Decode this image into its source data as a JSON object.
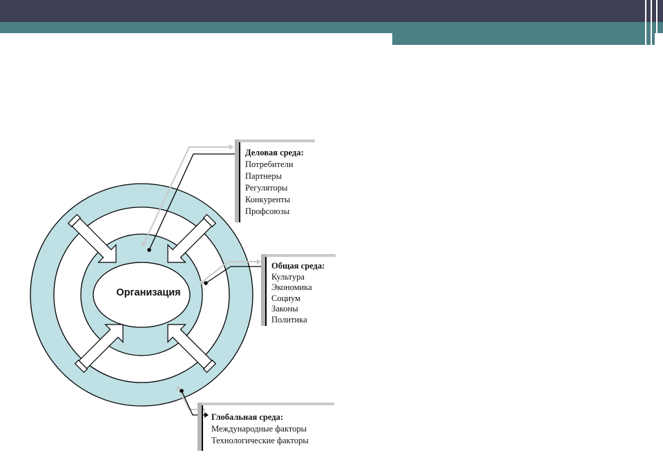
{
  "slide": {
    "header_color": "#3f3f55",
    "accent_color": "#4a8086"
  },
  "diagram": {
    "center_label": "Организация",
    "ring_fill": "#bfe0e4",
    "business_env": {
      "title": "Деловая среда:",
      "items": [
        "Потребители",
        "Партнеры",
        "Регуляторы",
        "Конкуренты",
        "Профсоюзы"
      ]
    },
    "general_env": {
      "title": "Общая среда:",
      "items": [
        "Культура",
        "Экономика",
        "Социум",
        "Законы",
        "Политика"
      ]
    },
    "global_env": {
      "title": "Глобальная среда:",
      "items": [
        "Международные факторы",
        "Технологические факторы"
      ]
    }
  }
}
